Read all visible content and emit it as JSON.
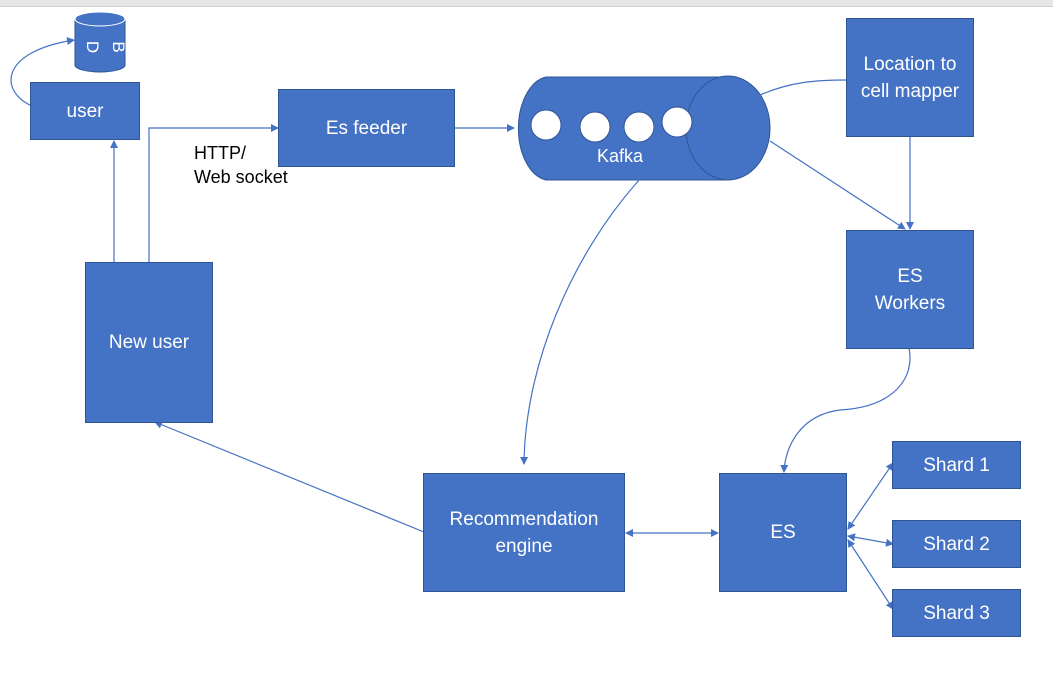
{
  "db": {
    "letter_1": "D",
    "letter_2": "B"
  },
  "nodes": {
    "user": "user",
    "es_feeder": "Es feeder",
    "kafka": "Kafka",
    "location_mapper": "Location to\ncell mapper",
    "es_workers": "ES\nWorkers",
    "new_user": "New user",
    "recommendation": "Recommendation\nengine",
    "es": "ES",
    "shard1": "Shard 1",
    "shard2": "Shard 2",
    "shard3": "Shard 3"
  },
  "edge_labels": {
    "http": "HTTP/\nWeb socket"
  },
  "colors": {
    "node_fill": "#4472c4",
    "node_border": "#2f5597",
    "connector": "#4472c4"
  }
}
